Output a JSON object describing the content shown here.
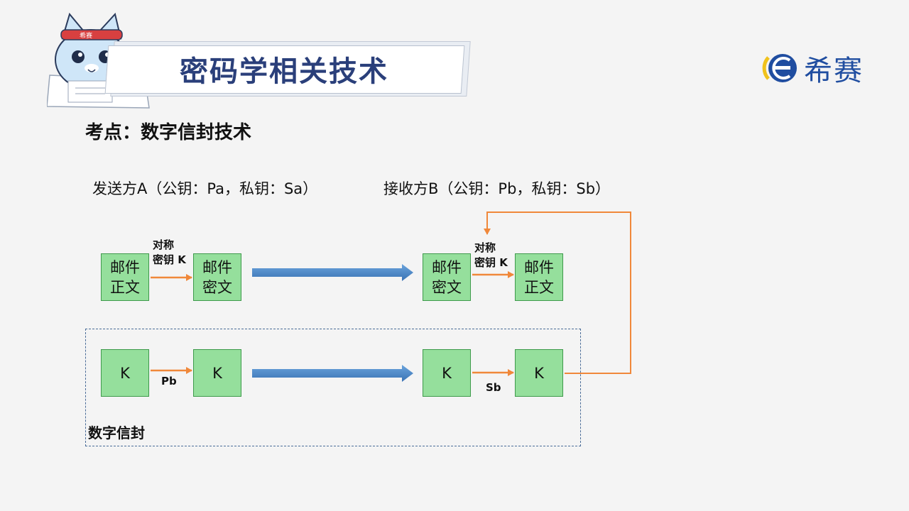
{
  "header": {
    "title": "密码学相关技术",
    "mascot_badge": "希赛",
    "logo_text": "希赛"
  },
  "section_title": "考点：数字信封技术",
  "sender": "发送方A（公钥：Pa，私钥：Sa）",
  "receiver": "接收方B（公钥：Pb，私钥：Sb）",
  "top_row": {
    "box1": "邮件\n正文",
    "box2": "邮件\n密文",
    "box3": "邮件\n密文",
    "box4": "邮件\n正文",
    "enc_label": "对称\n密钥 K",
    "dec_label": "对称\n密钥 K"
  },
  "bottom_row": {
    "box1": "K",
    "box2": "K",
    "box3": "K",
    "box4": "K",
    "enc_label": "Pb",
    "dec_label": "Sb"
  },
  "envelope_label": "数字信封",
  "colors": {
    "box_fill": "#95df9c",
    "box_border": "#3f9a4c",
    "orange_arrow": "#f0883a",
    "blue_arrow": "#4a86c8",
    "title_text": "#2a3f7a"
  }
}
